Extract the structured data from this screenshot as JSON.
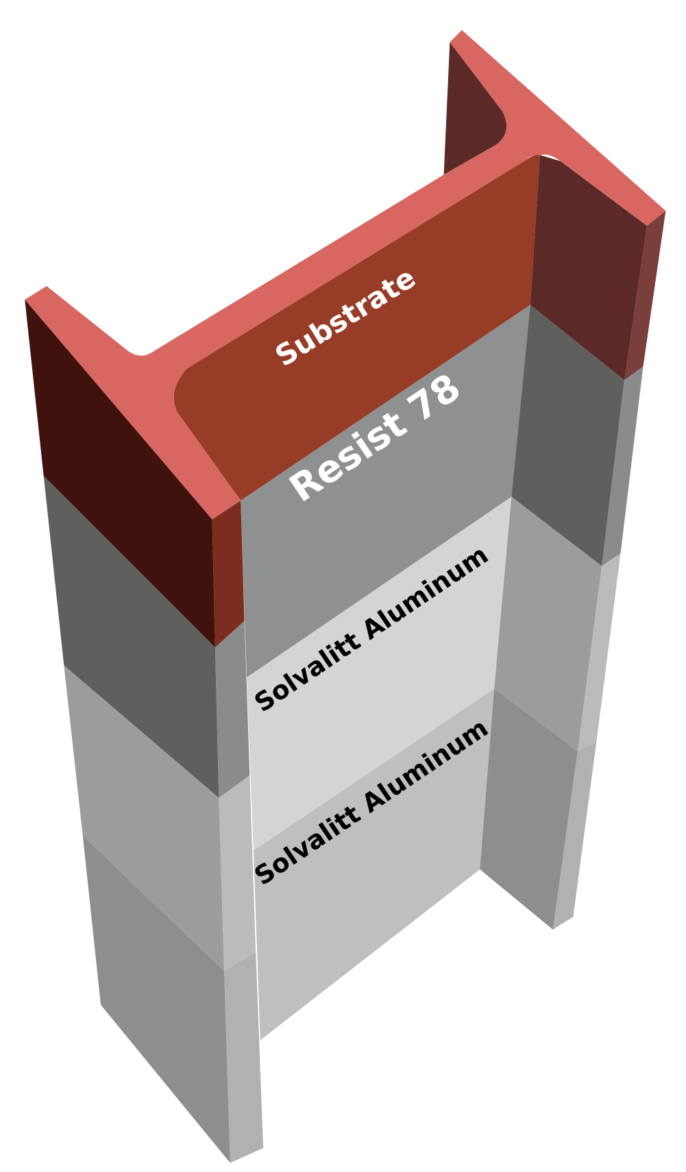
{
  "diagram": {
    "type": "layered I-beam cross-section (isometric)",
    "layers": [
      {
        "id": "substrate",
        "label": "Substrate",
        "label_color": "#ffffff",
        "colors": {
          "top": "#d86762",
          "front": "#973c26",
          "left_side": "#3f120e",
          "right_side": "#5b2927",
          "edge_dark": "#7b2e20",
          "edge_right": "#7a3f3b"
        }
      },
      {
        "id": "resist",
        "label": "Resist 78",
        "label_color": "#ffffff",
        "colors": {
          "front": "#8f9091",
          "side": "#5f5f5d",
          "edge": "#8a8b8d"
        }
      },
      {
        "id": "aluminum-1",
        "label": "Solvalitt Aluminum",
        "label_color": "#000000",
        "colors": {
          "front": "#d4d4d4",
          "side": "#9c9c9c",
          "edge": "#bbbbbb"
        }
      },
      {
        "id": "aluminum-2",
        "label": "Solvalitt Aluminum",
        "label_color": "#000000",
        "colors": {
          "front": "#bebfc1",
          "side": "#8e8e8e",
          "edge": "#b0b1b0"
        }
      }
    ]
  }
}
